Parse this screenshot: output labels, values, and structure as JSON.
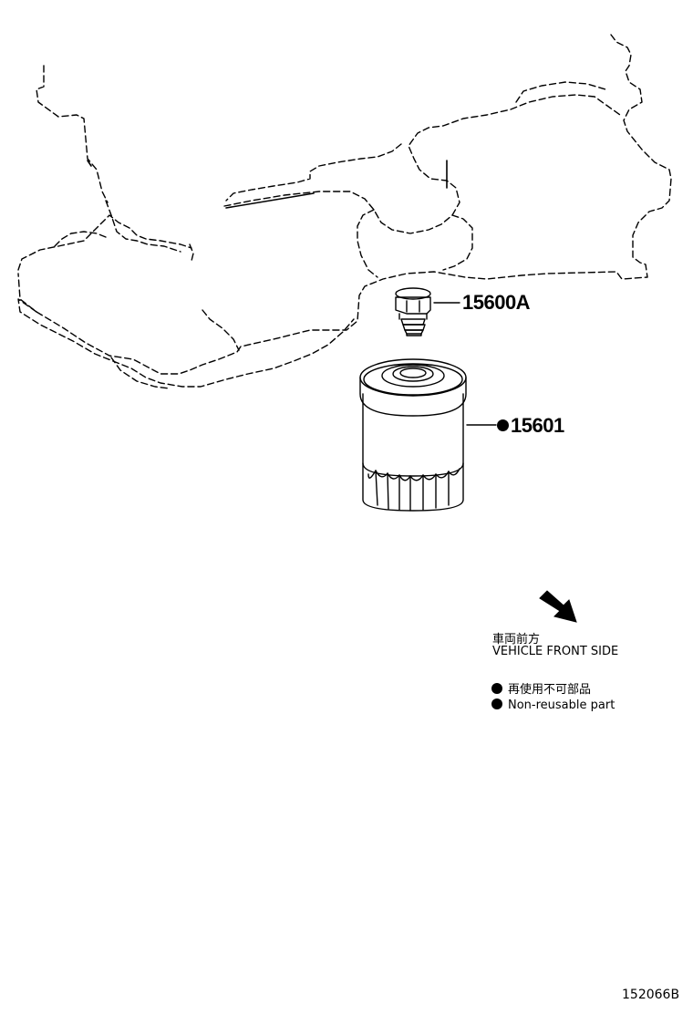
{
  "callouts": {
    "drain_plug": "15600A",
    "oil_filter": "15601"
  },
  "legend": {
    "front_jp": "車両前方",
    "front_en": "VEHICLE FRONT SIDE",
    "nonreusable_jp": "再使用不可部品",
    "nonreusable_en": "Non-reusable part"
  },
  "figure_number": "152066B"
}
